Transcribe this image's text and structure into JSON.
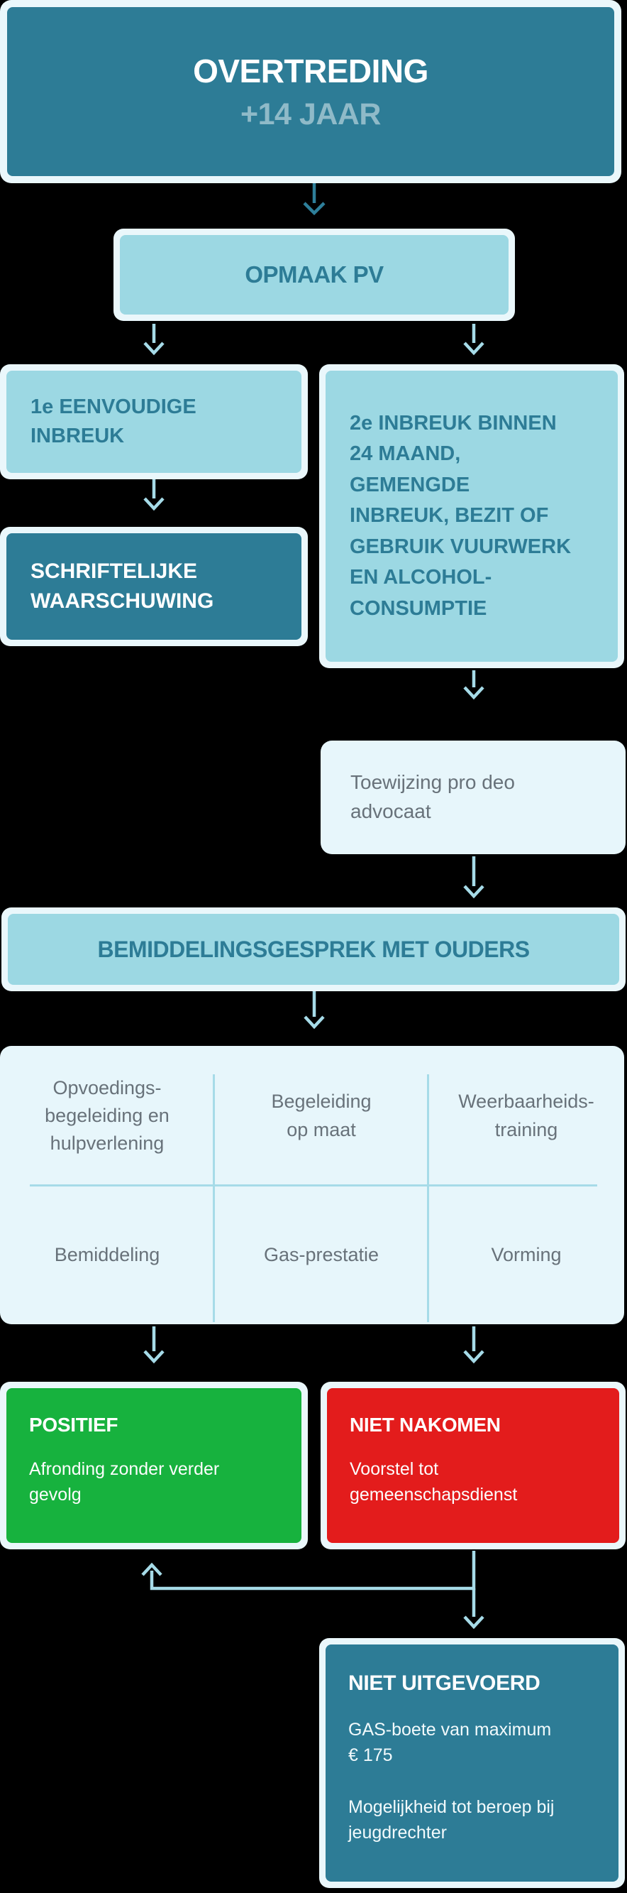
{
  "colors": {
    "background": "#000000",
    "teal": "#2d7c96",
    "light_blue": "#9cd8e3",
    "pale_blue": "#e7f6fb",
    "box_border": "#eaf7fb",
    "heading_text": "#2d7c96",
    "subtitle_text": "#8fbac8",
    "gray_text": "#68727a",
    "arrow_light": "#a6dbe8",
    "arrow_dark": "#2e7f9a",
    "green": "#17b23e",
    "red": "#e31c1c"
  },
  "nodes": {
    "overtreding": {
      "title": "OVERTREDING",
      "subtitle": "+14 JAAR"
    },
    "opmaak_pv": {
      "label": "OPMAAK PV"
    },
    "eenvoudige_inbreuk": {
      "label": "1e EENVOUDIGE\nINBREUK"
    },
    "schriftelijke_waarschuwing": {
      "label": "SCHRIFTELIJKE\nWAARSCHUWING"
    },
    "tweede_inbreuk": {
      "label": "2e INBREUK BINNEN\n24 MAAND,\nGEMENGDE\nINBREUK, BEZIT OF\nGEBRUIK VUURWERK\nEN ALCOHOL-\nCONSUMPTIE"
    },
    "toewijzing": {
      "label": "Toewijzing pro deo\nadvocaat"
    },
    "bemiddelingsgesprek": {
      "label": "BEMIDDELINGSGESPREK MET OUDERS"
    },
    "maatregelen": {
      "cells": [
        "Opvoedings-\nbegeleiding en\nhulpverlening",
        "Begeleiding\nop maat",
        "Weerbaarheids-\ntraining",
        "Bemiddeling",
        "Gas-prestatie",
        "Vorming"
      ]
    },
    "positief": {
      "title": "POSITIEF",
      "body": "Afronding zonder verder\ngevolg"
    },
    "niet_nakomen": {
      "title": "NIET NAKOMEN",
      "body": "Voorstel tot\ngemeenschapsdienst"
    },
    "niet_uitgevoerd": {
      "title": "NIET UITGEVOERD",
      "body1": "GAS-boete van maximum\n€ 175",
      "body2": "Mogelijkheid tot beroep bij\njeugdrechter"
    }
  }
}
